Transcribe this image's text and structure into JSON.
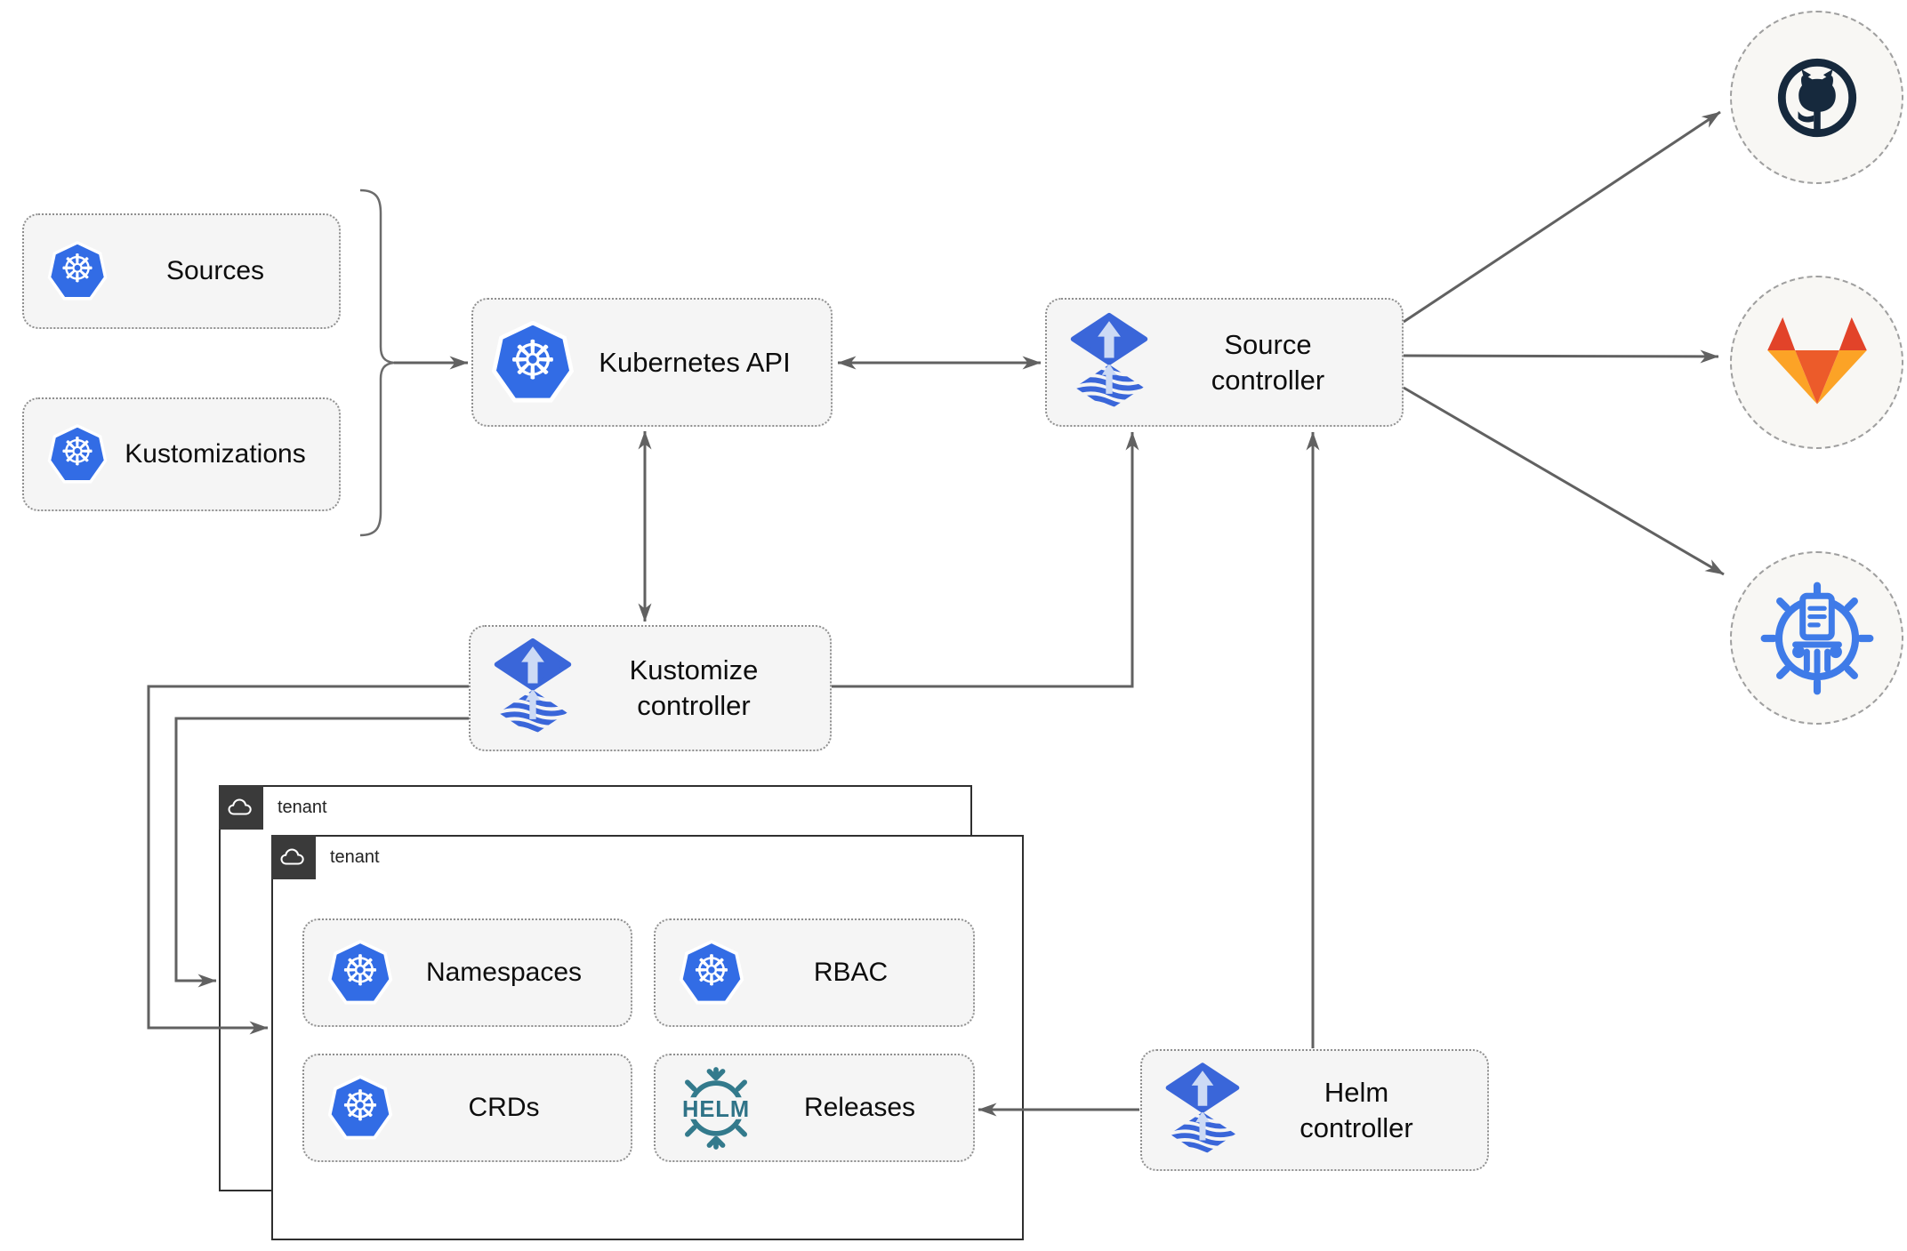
{
  "nodes": {
    "sources": {
      "label": "Sources",
      "icon": "kubernetes"
    },
    "kustomizations": {
      "label": "Kustomizations",
      "icon": "kubernetes"
    },
    "kubernetes_api": {
      "label": "Kubernetes API",
      "icon": "kubernetes"
    },
    "source_controller": {
      "label": "Source\ncontroller",
      "icon": "flux"
    },
    "kustomize_controller": {
      "label": "Kustomize\ncontroller",
      "icon": "flux"
    },
    "helm_controller": {
      "label": "Helm\ncontroller",
      "icon": "flux"
    },
    "namespaces": {
      "label": "Namespaces",
      "icon": "kubernetes"
    },
    "rbac": {
      "label": "RBAC",
      "icon": "kubernetes"
    },
    "crds": {
      "label": "CRDs",
      "icon": "kubernetes"
    },
    "releases": {
      "label": "Releases",
      "icon": "helm"
    }
  },
  "helm_logo_text": "HELM",
  "groups": {
    "tenant_back": {
      "label": "tenant",
      "icon": "cloud"
    },
    "tenant_front": {
      "label": "tenant",
      "icon": "cloud"
    }
  },
  "external_targets": [
    {
      "name": "github",
      "icon": "github-logo"
    },
    {
      "name": "gitlab",
      "icon": "gitlab-logo"
    },
    {
      "name": "chartmuseum",
      "icon": "chartmuseum-logo"
    }
  ],
  "edges": [
    {
      "from": "sources & kustomizations",
      "to": "kubernetes_api",
      "style": "arrow"
    },
    {
      "from": "kubernetes_api",
      "to": "source_controller",
      "style": "double-arrow"
    },
    {
      "from": "kubernetes_api",
      "to": "kustomize_controller",
      "style": "double-arrow"
    },
    {
      "from": "kustomize_controller",
      "to": "source_controller",
      "style": "arrow"
    },
    {
      "from": "kustomize_controller",
      "to": "tenant_back",
      "style": "arrow"
    },
    {
      "from": "kustomize_controller",
      "to": "tenant_front",
      "style": "arrow"
    },
    {
      "from": "helm_controller",
      "to": "source_controller",
      "style": "arrow"
    },
    {
      "from": "helm_controller",
      "to": "releases",
      "style": "arrow"
    },
    {
      "from": "source_controller",
      "to": "github",
      "style": "arrow"
    },
    {
      "from": "source_controller",
      "to": "gitlab",
      "style": "arrow"
    },
    {
      "from": "source_controller",
      "to": "chartmuseum",
      "style": "arrow"
    }
  ],
  "colors": {
    "kubernetes_blue": "#326ce5",
    "flux_blue": "#3a66d9",
    "flux_arrow_light": "#ccdaf5",
    "helm_teal": "#337a8c",
    "chartmuseum_blue": "#3f7be8",
    "github_dark": "#16293d",
    "gitlab_red": "#e24329",
    "gitlab_orange": "#ec5b2a",
    "gitlab_yellow": "#fca326",
    "connector_gray": "#616161",
    "node_fill": "#f5f5f5",
    "tenant_header_dark": "#3a3a3a"
  }
}
